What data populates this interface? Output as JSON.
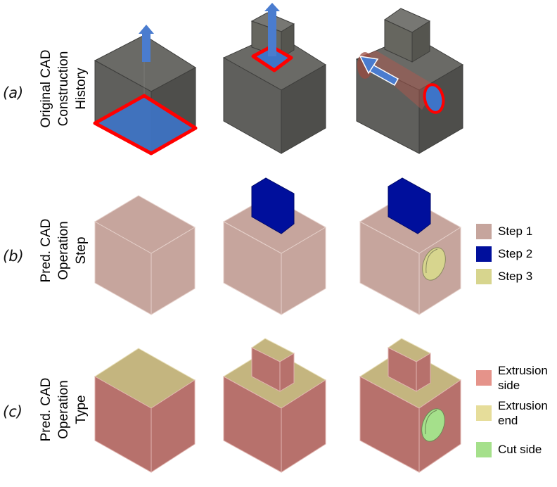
{
  "rows": [
    {
      "letter": "(a)",
      "title_lines": [
        "Original CAD",
        "Construction",
        "History"
      ]
    },
    {
      "letter": "(b)",
      "title_lines": [
        "Pred. CAD",
        "Operation",
        "Step"
      ]
    },
    {
      "letter": "(c)",
      "title_lines": [
        "Pred. CAD",
        "Operation",
        "Type"
      ]
    }
  ],
  "legend_step": [
    {
      "label": "Step 1",
      "color": "#c6a59d"
    },
    {
      "label": "Step 2",
      "color": "#000f9c"
    },
    {
      "label": "Step 3",
      "color": "#d7d58e"
    }
  ],
  "legend_type": [
    {
      "label": "Extrusion\nside",
      "color": "#e5938a"
    },
    {
      "label": "Extrusion\nend",
      "color": "#e6dd9a"
    },
    {
      "label": "Cut side",
      "color": "#a5e08b"
    }
  ],
  "colors": {
    "history_top": "#6a6a66",
    "history_front": "#5f5f5c",
    "history_right": "#4e4e4b",
    "sketch_highlight": "#ff0000",
    "sketch_fill": "#3d74c8",
    "arrow": "#4a7ccf",
    "step1": "#c6a59d",
    "step2": "#000f9c",
    "step3": "#d7d58e",
    "extrusion_side": "#b7716c",
    "extrusion_end": "#c4b57f",
    "cut_side": "#a5e08b"
  }
}
